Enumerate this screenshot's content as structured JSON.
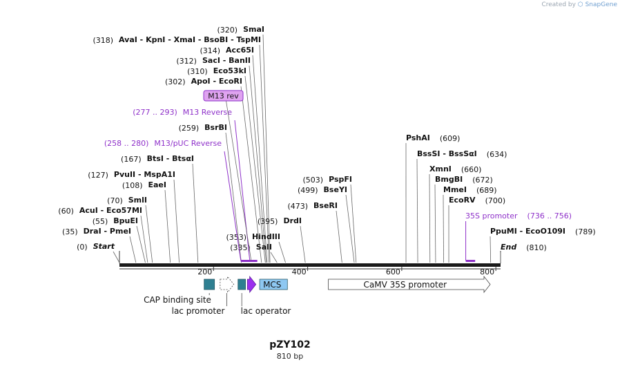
{
  "credit": {
    "prefix": "Created by",
    "brand": "SnapGene"
  },
  "map": {
    "name": "pZY102",
    "length_label": "810 bp",
    "total_bp": 810,
    "axis_ticks": [
      200,
      400,
      600,
      800
    ]
  },
  "sites": [
    {
      "pos": "(0)",
      "name": "Start",
      "bp": 0,
      "italic": true
    },
    {
      "pos": "(35)",
      "name": "DraI  -  PmeI",
      "bp": 35
    },
    {
      "pos": "(55)",
      "name": "BpuEI",
      "bp": 55
    },
    {
      "pos": "(60)",
      "name": "AcuI  -  Eco57MI",
      "bp": 60
    },
    {
      "pos": "(70)",
      "name": "SmlI",
      "bp": 70
    },
    {
      "pos": "(108)",
      "name": "EaeI",
      "bp": 108
    },
    {
      "pos": "(127)",
      "name": "PvuII  -  MspA1I",
      "bp": 127
    },
    {
      "pos": "(167)",
      "name": "BtsI  -  BtsαI",
      "bp": 167
    },
    {
      "pos": "(259)",
      "name": "BsrBI",
      "bp": 259
    },
    {
      "pos": "(302)",
      "name": "ApoI  -  EcoRI",
      "bp": 302
    },
    {
      "pos": "(310)",
      "name": "Eco53kI",
      "bp": 310
    },
    {
      "pos": "(312)",
      "name": "SacI  -  BanII",
      "bp": 312
    },
    {
      "pos": "(314)",
      "name": "Acc65I",
      "bp": 314
    },
    {
      "pos": "(318)",
      "name": "AvaI  -  KpnI  -  XmaI  -  BsoBI  -  TspMI",
      "bp": 318
    },
    {
      "pos": "(320)",
      "name": "SmaI",
      "bp": 320
    },
    {
      "pos": "(335)",
      "name": "SalI",
      "bp": 335
    },
    {
      "pos": "(353)",
      "name": "HindIII",
      "bp": 353
    },
    {
      "pos": "(395)",
      "name": "DrdI",
      "bp": 395
    },
    {
      "pos": "(473)",
      "name": "BseRI",
      "bp": 473
    },
    {
      "pos": "(499)",
      "name": "BseYI",
      "bp": 499
    },
    {
      "pos": "(503)",
      "name": "PspFI",
      "bp": 503
    },
    {
      "pos": "(609)",
      "name": "PshAI",
      "bp": 609,
      "side": "right"
    },
    {
      "pos": "(634)",
      "name": "BssSI  -  BssSαI",
      "bp": 634,
      "side": "right"
    },
    {
      "pos": "(660)",
      "name": "XmnI",
      "bp": 660,
      "side": "right"
    },
    {
      "pos": "(672)",
      "name": "BmgBI",
      "bp": 672,
      "side": "right"
    },
    {
      "pos": "(689)",
      "name": "MmeI",
      "bp": 689,
      "side": "right"
    },
    {
      "pos": "(700)",
      "name": "EcoRV",
      "bp": 700,
      "side": "right"
    },
    {
      "pos": "(789)",
      "name": "PpuMI  -  EcoO109I",
      "bp": 789,
      "side": "right"
    },
    {
      "pos": "(810)",
      "name": "End",
      "bp": 810,
      "side": "right",
      "italic": true
    }
  ],
  "primers": [
    {
      "range": "(258 .. 280)",
      "name": "M13/pUC Reverse",
      "start": 258,
      "end": 280
    },
    {
      "range": "(277 .. 293)",
      "name": "M13 Reverse",
      "start": 277,
      "end": 293
    },
    {
      "range": "(736 .. 756)",
      "name": "35S promoter",
      "start": 736,
      "end": 756,
      "side": "right"
    }
  ],
  "primer_box": {
    "label": "M13 rev"
  },
  "features": [
    {
      "label": "CAP binding site",
      "start": 180,
      "end": 202,
      "kind": "box",
      "color": "#2e7f91"
    },
    {
      "label": "lac promoter",
      "start": 214,
      "end": 243,
      "kind": "arrow-dashed",
      "color": "#ffffff"
    },
    {
      "label": "lac operator",
      "start": 252,
      "end": 268,
      "kind": "box",
      "color": "#2e7f91"
    },
    {
      "label": "",
      "start": 272,
      "end": 290,
      "kind": "arrow",
      "color": "#9b30ee"
    },
    {
      "label": "MCS",
      "start": 298,
      "end": 357,
      "kind": "box",
      "color": "#8ec8f2"
    },
    {
      "label": "CaMV 35S promoter",
      "start": 444,
      "end": 788,
      "kind": "arrow",
      "color": "#ffffff"
    }
  ],
  "colors": {
    "primer": "#8e30c9",
    "primer_box_fill": "#dfa3f0",
    "line": "#555555"
  }
}
